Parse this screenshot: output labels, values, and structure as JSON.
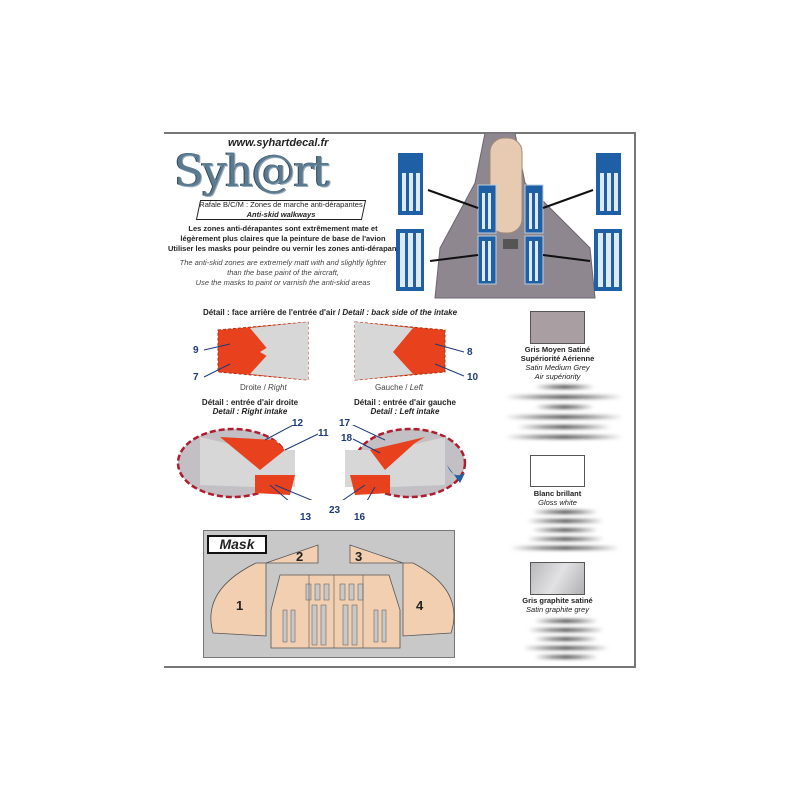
{
  "header": {
    "url": "www.syhartdecal.fr",
    "logo": "Syh@rt"
  },
  "title": {
    "line1": "Rafale B/C/M : Zones de marche anti-dérapantes",
    "line2": "Anti-skid walkways"
  },
  "notes_fr": [
    "Les zones anti-dérapantes sont extrêmement mate et",
    "légèrement plus claires que la peinture de base de l'avion",
    "Utiliser les masks pour peindre ou vernir les zones anti-dérapantes"
  ],
  "notes_en": [
    "The anti-skid zones are extremely matt with and slightly lighter",
    "than the base paint of the aircraft,",
    "Use the masks to paint or varnish the anti-skid areas"
  ],
  "detail_back": {
    "heading_fr": "Détail : face arrière de l'entrée d'air / ",
    "heading_en": "Detail : back side of the intake",
    "right_fr": "Droite / ",
    "right_en": "Right",
    "left_fr": "Gauche / ",
    "left_en": "Left",
    "numbers": [
      "9",
      "7",
      "8",
      "10"
    ]
  },
  "detail_right": {
    "fr": "Détail : entrée d'air droite",
    "en": "Detail : Right intake",
    "numbers": [
      "12",
      "11",
      "13",
      "23"
    ]
  },
  "detail_left": {
    "fr": "Détail : entrée d'air gauche",
    "en": "Detail : Left intake",
    "numbers": [
      "17",
      "18",
      "16"
    ]
  },
  "mask": {
    "label": "Mask",
    "parts": [
      "1",
      "2",
      "3",
      "4"
    ]
  },
  "colors": [
    {
      "fr1": "Gris Moyen Satiné",
      "fr2": "Supériorité Aérienne",
      "en1": "Satin Medium Grey",
      "en2": "Air supériority",
      "hex": "#a99fa3"
    },
    {
      "fr1": "Blanc brillant",
      "en1": "Gloss white",
      "hex": "#ffffff"
    },
    {
      "fr1": "Gris graphite satiné",
      "en1": "Satin graphite grey",
      "hex": "#c4c4c6"
    }
  ],
  "palette": {
    "anti_skid_blue": "#1f5fa6",
    "red": "#e8411e",
    "aircraft_grey": "#8f8790",
    "mask_tan": "#f2cfb0",
    "mask_bg": "#c8c8c8"
  }
}
